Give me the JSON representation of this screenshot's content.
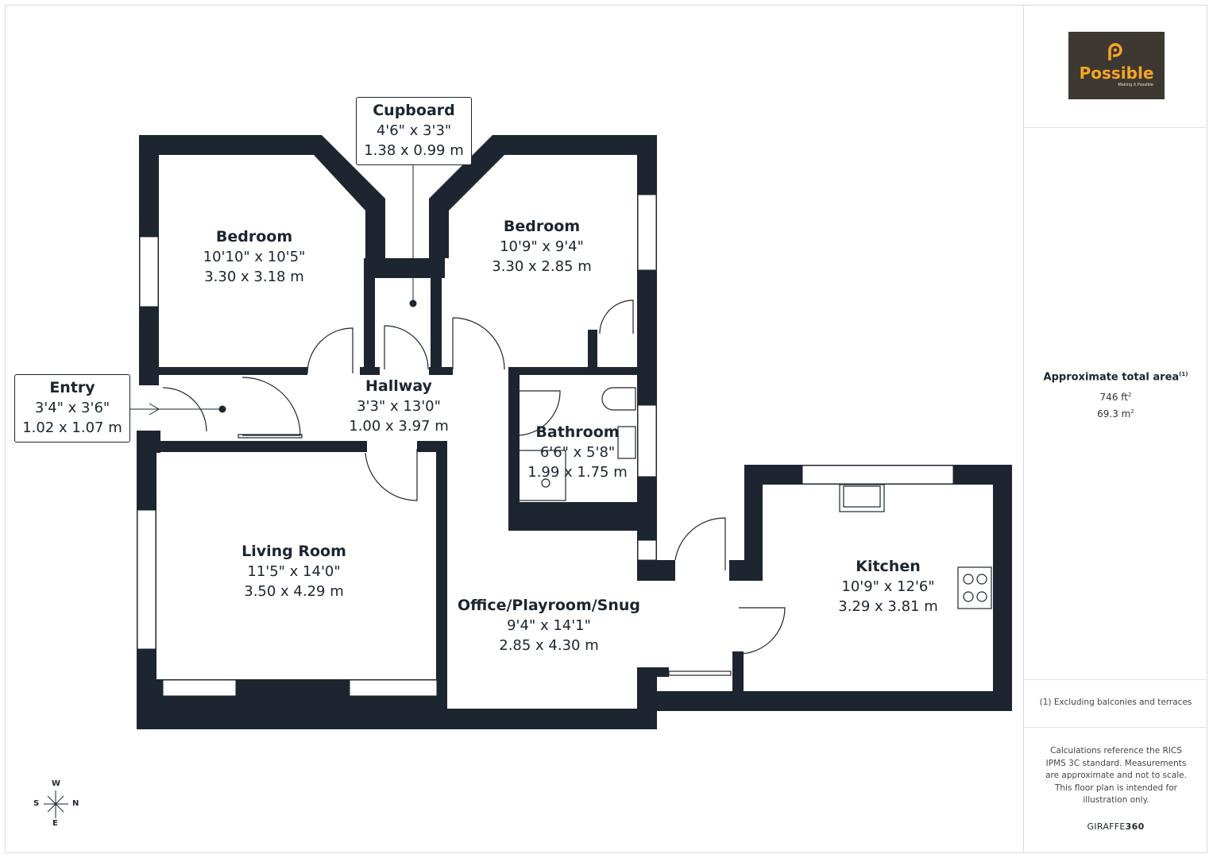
{
  "colors": {
    "wall": "#1c2530",
    "logo_bg": "#3e3833",
    "logo_accent": "#f5a623"
  },
  "rooms": [
    {
      "name": "Bedroom",
      "imperial": "10'10\" x 10'5\"",
      "metric": "3.30 x 3.18 m"
    },
    {
      "name": "Cupboard",
      "imperial": "4'6\" x 3'3\"",
      "metric": "1.38 x 0.99 m"
    },
    {
      "name": "Bedroom",
      "imperial": "10'9\" x 9'4\"",
      "metric": "3.30 x 2.85 m"
    },
    {
      "name": "Entry",
      "imperial": "3'4\" x 3'6\"",
      "metric": "1.02 x 1.07 m"
    },
    {
      "name": "Hallway",
      "imperial": "3'3\" x 13'0\"",
      "metric": "1.00 x 3.97 m"
    },
    {
      "name": "Bathroom",
      "imperial": "6'6\" x 5'8\"",
      "metric": "1.99 x 1.75 m"
    },
    {
      "name": "Living Room",
      "imperial": "11'5\" x 14'0\"",
      "metric": "3.50 x 4.29 m"
    },
    {
      "name": "Office/Playroom/Snug",
      "imperial": "9'4\" x 14'1\"",
      "metric": "2.85 x 4.30 m"
    },
    {
      "name": "Kitchen",
      "imperial": "10'9\" x 12'6\"",
      "metric": "3.29 x 3.81 m"
    }
  ],
  "compass": {
    "top": "W",
    "left": "S",
    "right": "N",
    "bottom": "E"
  },
  "panel": {
    "logo_text": "Possible",
    "logo_tagline": "Making it Possible",
    "area_title": "Approximate total area",
    "area_footnote_mark": "(1)",
    "area_ft": "746 ft",
    "area_m": "69.3 m",
    "sup2": "2",
    "footnote": "(1) Excluding balconies and terraces",
    "calc_note": "Calculations reference the RICS IPMS 3C standard. Measurements are approximate and not to scale. This floor plan is intended for illustration only.",
    "brand_a": "GIRAFFE",
    "brand_b": "360"
  }
}
